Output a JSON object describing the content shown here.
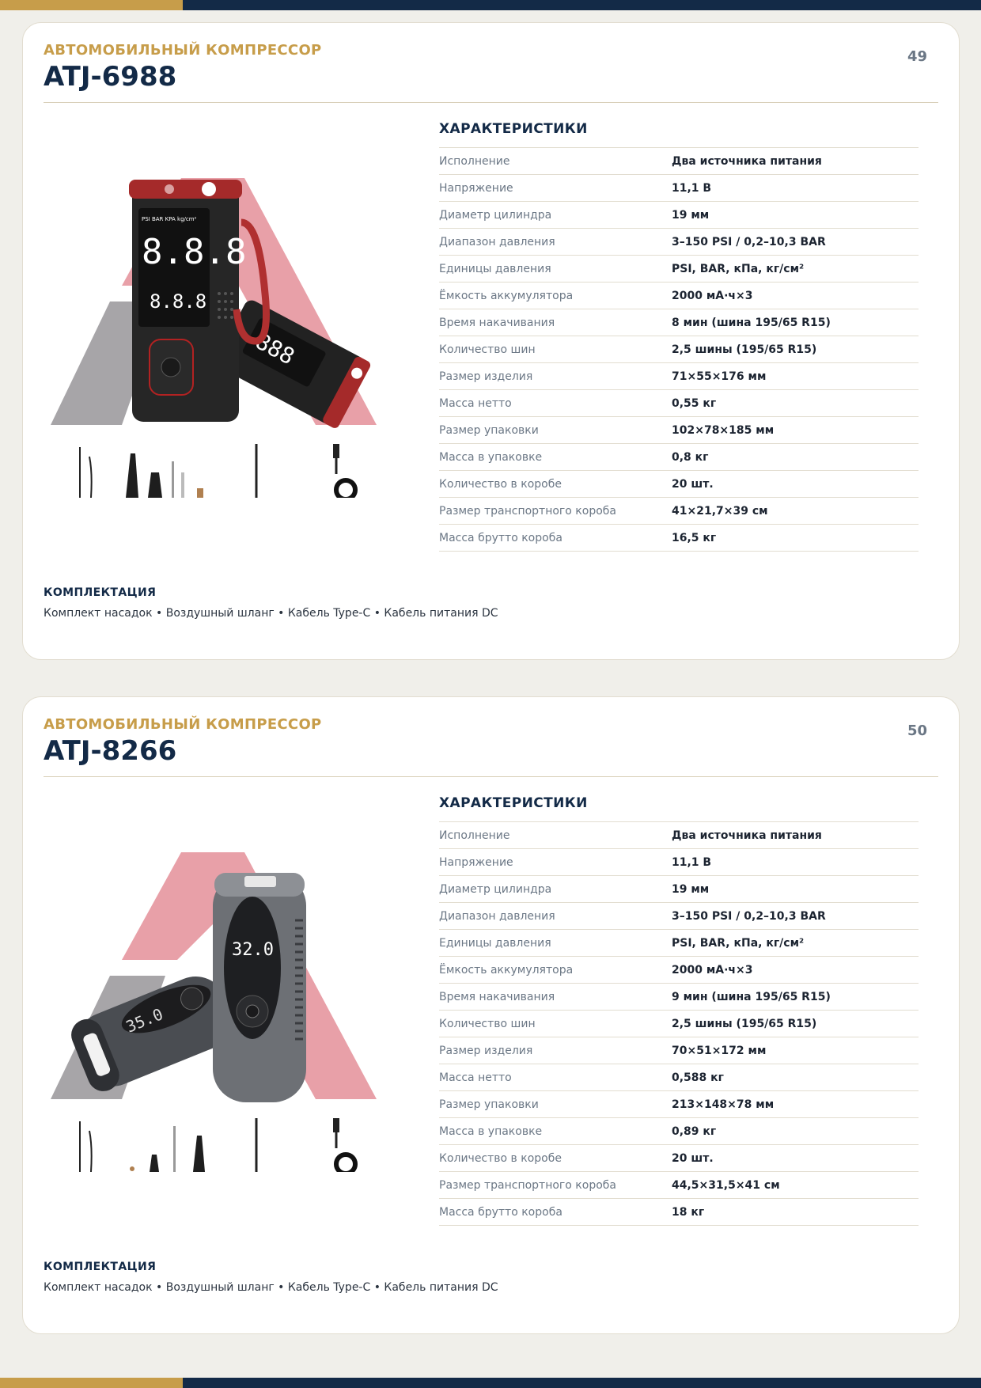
{
  "page": {
    "colors": {
      "gold": "#c79d4a",
      "navy": "#132a47",
      "background": "#f0efea",
      "accent_pink": "#e8a0a8"
    }
  },
  "products": [
    {
      "category": "АВТОМОБИЛЬНЫЙ КОМПРЕССОР",
      "model": "ATJ-6988",
      "page_number": "49",
      "image": "black-red-compressor-photo",
      "specs_title": "ХАРАКТЕРИСТИКИ",
      "specs": [
        {
          "label": "Исполнение",
          "value": "Два источника питания"
        },
        {
          "label": "Напряжение",
          "value": "11,1 В"
        },
        {
          "label": "Диаметр цилиндра",
          "value": "19 мм"
        },
        {
          "label": "Диапазон давления",
          "value": "3–150 PSI / 0,2–10,3 BAR"
        },
        {
          "label": "Единицы давления",
          "value": "PSI, BAR, кПа, кг/см²"
        },
        {
          "label": "Ёмкость аккумулятора",
          "value": "2000 мА·ч×3"
        },
        {
          "label": "Время накачивания",
          "value": "8 мин (шина 195/65 R15)"
        },
        {
          "label": "Количество шин",
          "value": "2,5 шины (195/65 R15)"
        },
        {
          "label": "Размер изделия",
          "value": "71×55×176 мм"
        },
        {
          "label": "Масса нетто",
          "value": "0,55 кг"
        },
        {
          "label": "Размер упаковки",
          "value": "102×78×185 мм"
        },
        {
          "label": "Масса в упаковке",
          "value": "0,8 кг"
        },
        {
          "label": "Количество в коробе",
          "value": "20 шт."
        },
        {
          "label": "Размер транспортного короба",
          "value": "41×21,7×39 см"
        },
        {
          "label": "Масса брутто короба",
          "value": "16,5 кг"
        }
      ],
      "kit_title": "КОМПЛЕКТАЦИЯ",
      "kit_text": "Комплект насадок • Воздушный шланг • Кабель Type-C • Кабель питания DC"
    },
    {
      "category": "АВТОМОБИЛЬНЫЙ КОМПРЕССОР",
      "model": "ATJ-8266",
      "page_number": "50",
      "image": "silver-compressor-photo",
      "specs_title": "ХАРАКТЕРИСТИКИ",
      "specs": [
        {
          "label": "Исполнение",
          "value": "Два источника питания"
        },
        {
          "label": "Напряжение",
          "value": "11,1 В"
        },
        {
          "label": "Диаметр цилиндра",
          "value": "19 мм"
        },
        {
          "label": "Диапазон давления",
          "value": "3–150 PSI / 0,2–10,3 BAR"
        },
        {
          "label": "Единицы давления",
          "value": "PSI, BAR, кПа, кг/см²"
        },
        {
          "label": "Ёмкость аккумулятора",
          "value": "2000 мА·ч×3"
        },
        {
          "label": "Время накачивания",
          "value": "9 мин (шина 195/65 R15)"
        },
        {
          "label": "Количество шин",
          "value": "2,5 шины (195/65 R15)"
        },
        {
          "label": "Размер изделия",
          "value": "70×51×172 мм"
        },
        {
          "label": "Масса нетто",
          "value": "0,588 кг"
        },
        {
          "label": "Размер упаковки",
          "value": "213×148×78 мм"
        },
        {
          "label": "Масса в упаковке",
          "value": "0,89 кг"
        },
        {
          "label": "Количество в коробе",
          "value": "20 шт."
        },
        {
          "label": "Размер транспортного короба",
          "value": "44,5×31,5×41 см"
        },
        {
          "label": "Масса брутто короба",
          "value": "18 кг"
        }
      ],
      "kit_title": "КОМПЛЕКТАЦИЯ",
      "kit_text": "Комплект насадок • Воздушный шланг • Кабель Type-C • Кабель питания DC"
    }
  ]
}
